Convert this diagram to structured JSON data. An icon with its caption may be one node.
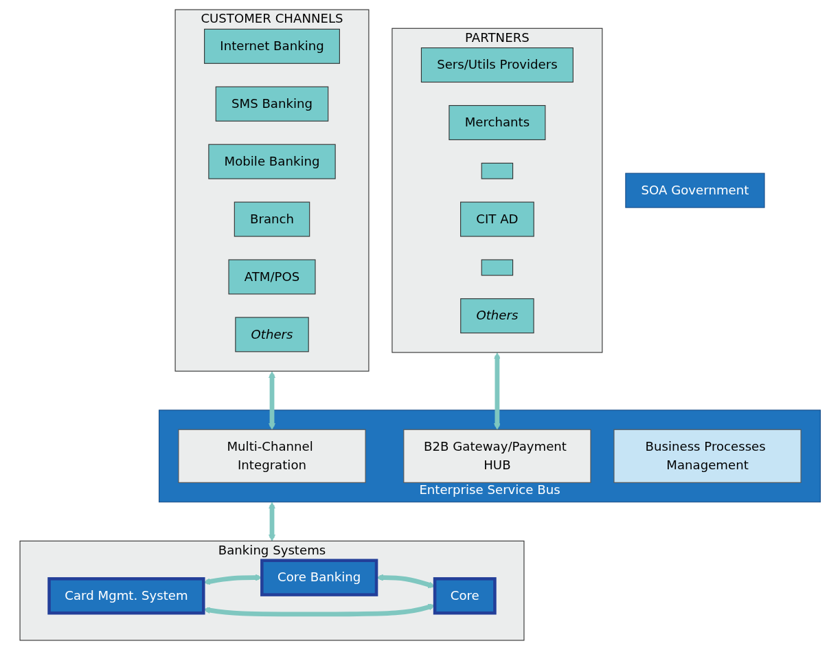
{
  "diagram": {
    "nodes": [
      {
        "text": [
          "CUSTOMER CHANNELS"
        ]
      },
      {
        "text": [
          "Internet Banking"
        ],
        "in": 0
      },
      {
        "text": [
          "SMS Banking"
        ],
        "in": 0
      },
      {
        "text": [
          "Mobile Banking"
        ],
        "in": 0
      },
      {
        "text": [
          "Branch"
        ],
        "in": 0
      },
      {
        "text": [
          "ATM/POS"
        ],
        "in": 0
      },
      {
        "text": [
          "Others"
        ],
        "in": 0
      },
      {
        "text": [
          "PARTNERS"
        ]
      },
      {
        "text": [
          "Sers/Utils Providers"
        ],
        "in": 7
      },
      {
        "text": [
          "Merchants"
        ],
        "in": 7
      },
      {
        "text": [],
        "shape": "box",
        "in": 7
      },
      {
        "text": [
          "CIT AD"
        ],
        "in": 7
      },
      {
        "text": [],
        "shape": "box",
        "in": 7
      },
      {
        "text": [
          "Others"
        ],
        "in": 7
      },
      {
        "text": [
          "SOA Government"
        ]
      },
      {
        "text": [
          "Enterprise Service Bus"
        ]
      },
      {
        "text": [
          "Multi-Channel Integration"
        ],
        "in": 15
      },
      {
        "text": [
          "B2B Gateway/Payment HUB"
        ],
        "in": 15
      },
      {
        "text": [
          "Business Processes Management"
        ],
        "in": 15
      },
      {
        "text": [
          "Banking Systems"
        ]
      },
      {
        "text": [
          "Core Banking"
        ],
        "in": 19
      },
      {
        "text": [
          "Card Mgmt. System"
        ],
        "in": 19
      },
      {
        "text": [
          "Core"
        ],
        "in": 19
      }
    ],
    "edges": [
      {
        "from": 0,
        "to": 16,
        "arrow": "both"
      },
      {
        "from": 7,
        "to": 17,
        "arrow": "both"
      },
      {
        "from": 15,
        "to": 19,
        "arrow": "both"
      },
      {
        "from": 21,
        "to": 20,
        "arrow": "both"
      },
      {
        "from": 20,
        "to": 22,
        "arrow": "both"
      },
      {
        "from": 21,
        "to": 22,
        "arrow": "both"
      }
    ]
  }
}
